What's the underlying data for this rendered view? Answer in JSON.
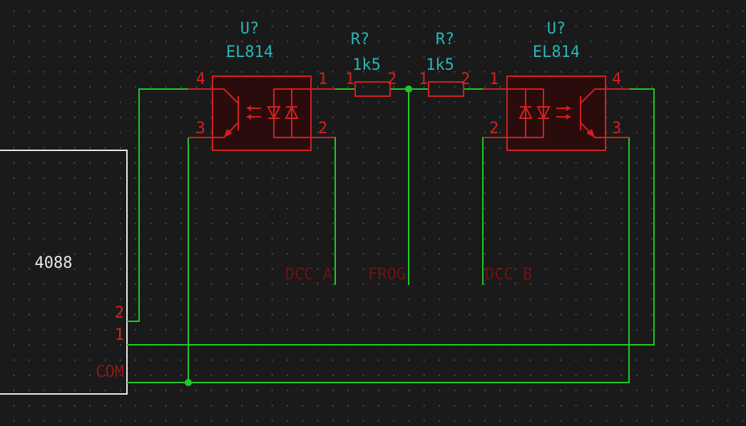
{
  "optocoupler_left": {
    "ref": "U?",
    "value": "EL814",
    "pins": {
      "p1": "1",
      "p2": "2",
      "p3": "3",
      "p4": "4"
    }
  },
  "optocoupler_right": {
    "ref": "U?",
    "value": "EL814",
    "pins": {
      "p1": "1",
      "p2": "2",
      "p3": "3",
      "p4": "4"
    }
  },
  "resistor_left": {
    "ref": "R?",
    "value": "1k5",
    "pins": {
      "p1": "1",
      "p2": "2"
    }
  },
  "resistor_right": {
    "ref": "R?",
    "value": "1k5",
    "pins": {
      "p1": "1",
      "p2": "2"
    }
  },
  "labels": {
    "dcc_a": "DCC_A",
    "frog": "FROG",
    "dcc_b": "DCC_B"
  },
  "block": {
    "name": "4088",
    "pin2": "2",
    "pin1": "1",
    "com": "COM"
  },
  "colors": {
    "wire": "#22c72a",
    "part": "#d42020",
    "reference": "#2bb5b5",
    "net_label": "#6b1414",
    "block": "#e8e8e8"
  }
}
